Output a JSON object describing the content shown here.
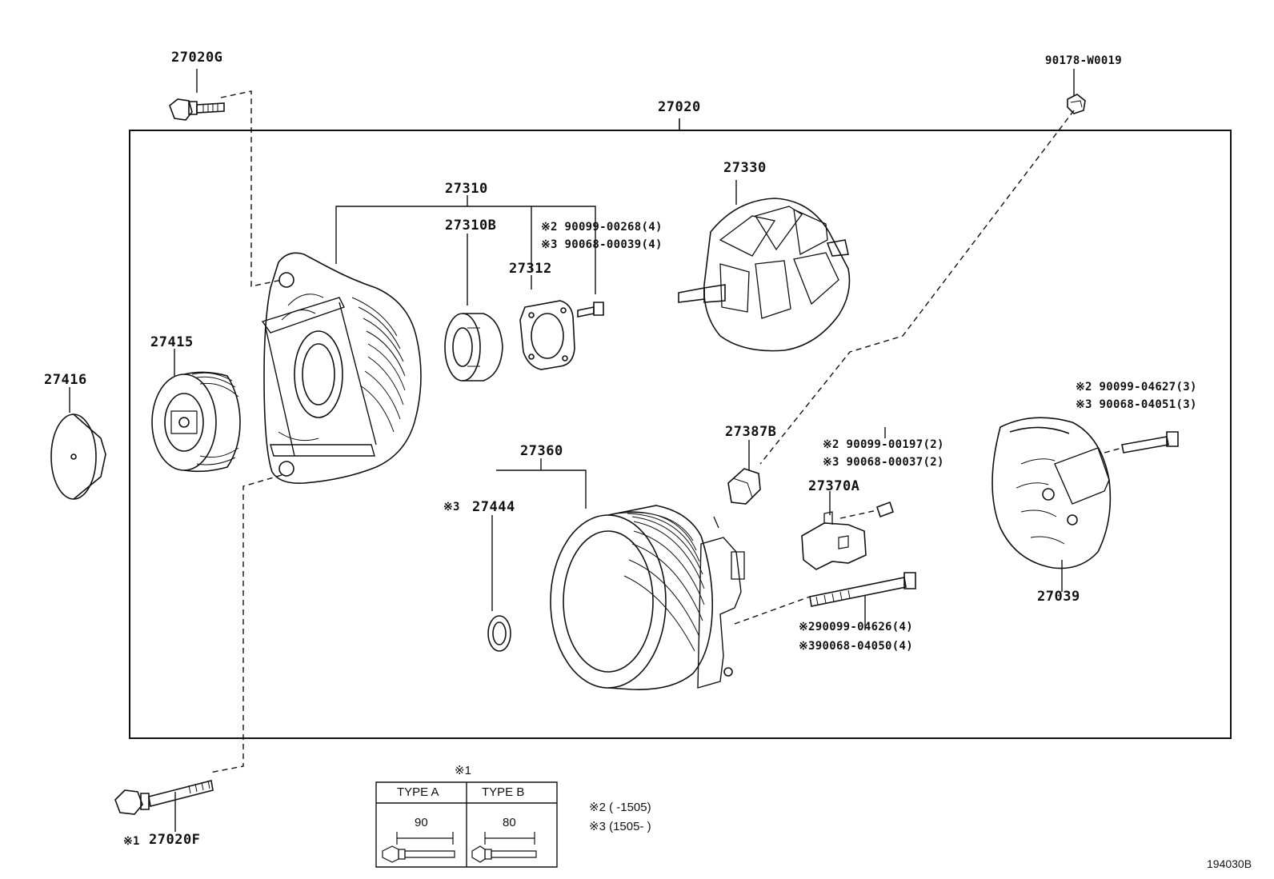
{
  "assembly": {
    "main_part": "27020",
    "figure_code": "194030B"
  },
  "parts": {
    "bolt_top": "27020G",
    "nut_top_right": "90178-W0019",
    "cap": "27416",
    "pulley": "27415",
    "frame_group": "27310",
    "bearing": "27310B",
    "retainer": "27312",
    "screw_frame_a": "※2 90099-00268(4)",
    "screw_frame_b": "※3 90068-00039(4)",
    "rotor": "27330",
    "stator_group": "27360",
    "ring_mark": "※3",
    "ring": "27444",
    "brush_holder": "27387B",
    "screw_reg_a": "※2 90099-00197(2)",
    "screw_reg_b": "※3 90068-00037(2)",
    "regulator": "27370A",
    "bolt_cover_a": "※2 90099-04627(3)",
    "bolt_cover_b": "※3 90068-04051(3)",
    "end_cover": "27039",
    "thru_bolt_a": "※290099-04626(4)",
    "thru_bolt_b": "※390068-04050(4)",
    "bolt_bottom_mark": "※1",
    "bolt_bottom": "27020F"
  },
  "type_table": {
    "mark": "※1",
    "headers": [
      "TYPE A",
      "TYPE B"
    ],
    "lengths": [
      "90",
      "80"
    ]
  },
  "notes": [
    "※2 (      -1505)",
    "※3 (1505-      )"
  ]
}
